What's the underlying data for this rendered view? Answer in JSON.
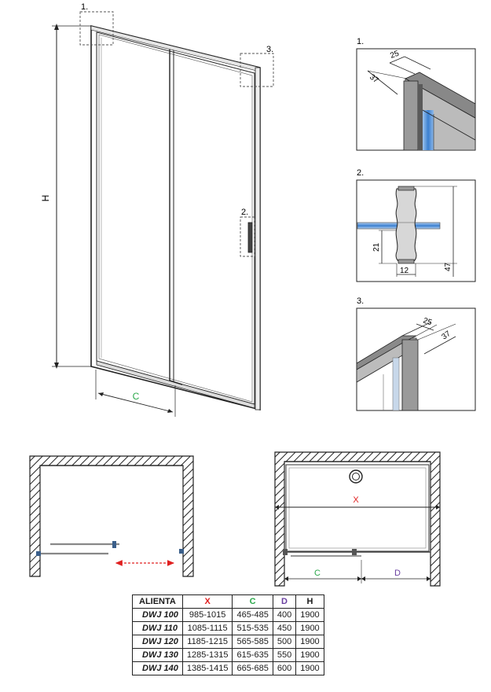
{
  "main_view": {
    "callout_1": "1.",
    "callout_2": "2.",
    "callout_3": "3.",
    "dim_height": "H",
    "dim_c": "C"
  },
  "detail_1": {
    "label": "1.",
    "dim_a": "25",
    "dim_b": "37"
  },
  "detail_2": {
    "label": "2.",
    "dim_a": "21",
    "dim_b": "12",
    "dim_c": "47"
  },
  "detail_3": {
    "label": "3.",
    "dim_a": "25",
    "dim_b": "37"
  },
  "plan_view": {
    "dim_x": "X",
    "dim_c": "C",
    "dim_d": "D"
  },
  "colors": {
    "x_label": "#e02020",
    "c_label": "#2aa84a",
    "d_label": "#6a3fa0",
    "glass_blue": "#3a7fd0",
    "arrow_red": "#e02020"
  },
  "table": {
    "headers": [
      "ALIENTA",
      "X",
      "C",
      "D",
      "H"
    ],
    "rows": [
      [
        "DWJ 100",
        "985-1015",
        "465-485",
        "400",
        "1900"
      ],
      [
        "DWJ 110",
        "1085-1115",
        "515-535",
        "450",
        "1900"
      ],
      [
        "DWJ 120",
        "1185-1215",
        "565-585",
        "500",
        "1900"
      ],
      [
        "DWJ 130",
        "1285-1315",
        "615-635",
        "550",
        "1900"
      ],
      [
        "DWJ 140",
        "1385-1415",
        "665-685",
        "600",
        "1900"
      ]
    ]
  }
}
